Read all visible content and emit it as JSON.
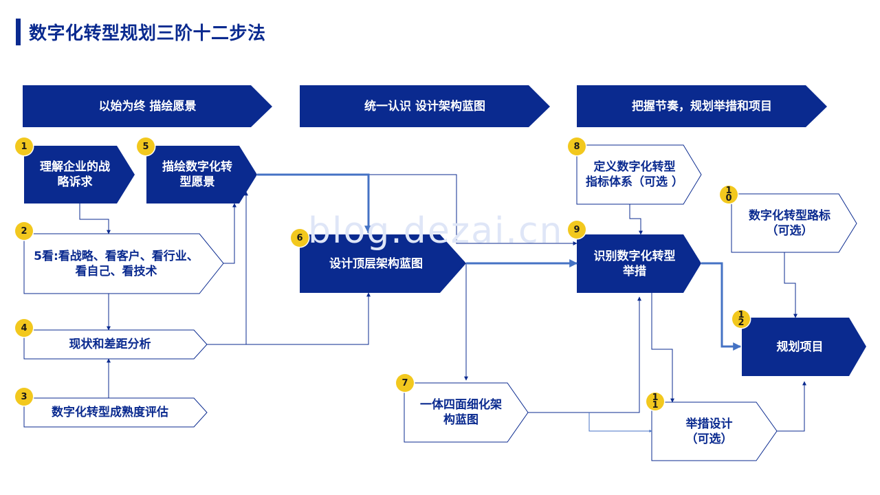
{
  "title": "数字化转型规划三阶十二步法",
  "watermark": "blog.dezai.cn",
  "colors": {
    "navy": "#0a2a8f",
    "accent_blue": "#4472c4",
    "badge_yellow": "#f2c81e"
  },
  "phases": [
    {
      "label": "以始为终 描绘愿景"
    },
    {
      "label": "统一认识 设计架构蓝图"
    },
    {
      "label": "把握节奏，规划举措和项目"
    }
  ],
  "steps": [
    {
      "badge": "1",
      "label": "理解企业的战\n略诉求"
    },
    {
      "badge": "2",
      "label": "5看:看战略、看客户、看行业、\n看自己、看技术"
    },
    {
      "badge": "3",
      "label": "数字化转型成熟度评估"
    },
    {
      "badge": "4",
      "label": "现状和差距分析"
    },
    {
      "badge": "5",
      "label": "描绘数字化转\n型愿景"
    },
    {
      "badge": "6",
      "label": "设计顶层架构蓝图"
    },
    {
      "badge": "7",
      "label": "一体四面细化架\n构蓝图"
    },
    {
      "badge": "8",
      "label": "定义数字化转型\n指标体系（可选 ）"
    },
    {
      "badge": "9",
      "label": "识别数字化转型\n举措"
    },
    {
      "badge": "1\n0",
      "label": "数字化转型路标\n（可选）"
    },
    {
      "badge": "1\n1",
      "label": "举措设计\n（可选）"
    },
    {
      "badge": "1\n2",
      "label": "规划项目"
    }
  ]
}
